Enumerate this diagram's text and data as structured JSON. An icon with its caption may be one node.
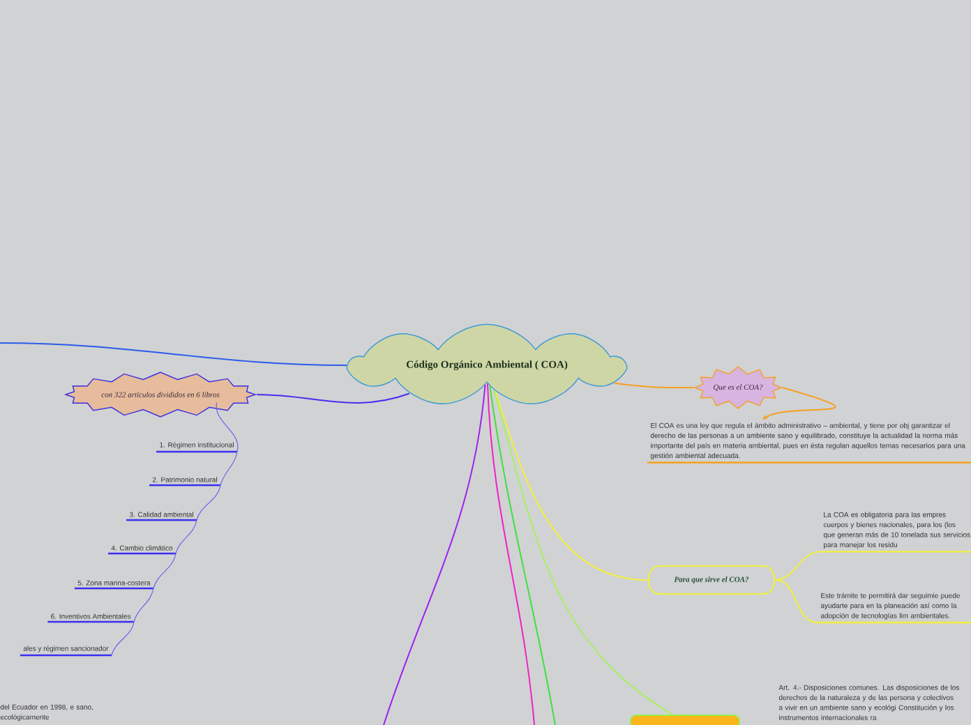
{
  "diagram": {
    "nodes": [
      {
        "text": [
          "Código Orgánico Ambiental ( COA)"
        ]
      },
      {
        "text": [
          "con 322 artículos divididos en 6 libros"
        ]
      },
      {
        "text": [
          "1. Régimen institucional"
        ]
      },
      {
        "text": [
          "2. Patrimonio natural"
        ]
      },
      {
        "text": [
          "3. Calidad ambiental"
        ]
      },
      {
        "text": [
          "4. Cambio climático"
        ]
      },
      {
        "text": [
          "5. Zona marina-costera"
        ]
      },
      {
        "text": [
          "6. Inventivos Ambientales"
        ]
      },
      {
        "text": [
          "ales y régimen sancionador"
        ]
      },
      {
        "text": [
          "Que es el COA?"
        ]
      },
      {
        "text": [
          "El COA es una ley que regula el ámbito administrativo – ambiental, y tiene por obj garantizar el derecho de las personas a un ambiente sano y equilibrado, constituye la actualidad la norma más importante del país en materia ambiental, pues en ésta regulan aquellos temas necesarios para una gestión ambiental adecuada."
        ]
      },
      {
        "text": [
          "Para que sirve el COA?"
        ]
      },
      {
        "text": [
          "La COA es obligatoria para las empres cuerpos y bienes nacionales, para los (los que generan más de 10 tonelada sus servicios para manejar los residu"
        ]
      },
      {
        "text": [
          "Este trámite te permitirá dar seguimie puede ayudarte para en la planeación así como la adopción de tecnologías lim ambientales."
        ]
      },
      {
        "text": [
          "Art. 4.- Disposiciones comunes. Las disposiciones de los derechos de la naturaleza y de las persona y colectivos a vivir en un ambiente sano y ecológi Constitución y los instrumentos internacionales ra"
        ]
      },
      {
        "text": [],
        "shape": "box"
      },
      {
        "text": [
          "del Ecuador en 1998, e sano, ecológicamente"
        ]
      }
    ],
    "edges": [
      {
        "from": 0,
        "to": null,
        "arrow": "none",
        "color": "#2a5bea"
      },
      {
        "from": 0,
        "to": 1,
        "arrow": "none",
        "color": "#4a2cf0"
      },
      {
        "from": 1,
        "to": 2,
        "arrow": "none",
        "color": "#6a62ee"
      },
      {
        "from": 2,
        "to": 3,
        "arrow": "none",
        "color": "#6a62ee"
      },
      {
        "from": 3,
        "to": 4,
        "arrow": "none",
        "color": "#6a62ee"
      },
      {
        "from": 4,
        "to": 5,
        "arrow": "none",
        "color": "#6a62ee"
      },
      {
        "from": 5,
        "to": 6,
        "arrow": "none",
        "color": "#6a62ee"
      },
      {
        "from": 6,
        "to": 7,
        "arrow": "none",
        "color": "#6a62ee"
      },
      {
        "from": 7,
        "to": 8,
        "arrow": "none",
        "color": "#6a62ee"
      },
      {
        "from": 0,
        "to": 9,
        "arrow": "none",
        "color": "#f5a020"
      },
      {
        "from": 9,
        "to": 10,
        "arrow": "to",
        "color": "#f5a020"
      },
      {
        "from": 0,
        "to": 11,
        "arrow": "none",
        "color": "#f0f03a"
      },
      {
        "from": 11,
        "to": 12,
        "arrow": "none",
        "color": "#f0f03a"
      },
      {
        "from": 11,
        "to": 13,
        "arrow": "none",
        "color": "#f0f03a"
      },
      {
        "from": 0,
        "to": null,
        "arrow": "none",
        "color": "#a020f0"
      },
      {
        "from": 0,
        "to": null,
        "arrow": "none",
        "color": "#f020c8"
      },
      {
        "from": 0,
        "to": null,
        "arrow": "none",
        "color": "#40e040"
      },
      {
        "from": 0,
        "to": 15,
        "arrow": "none",
        "color": "#a8f060"
      }
    ]
  }
}
